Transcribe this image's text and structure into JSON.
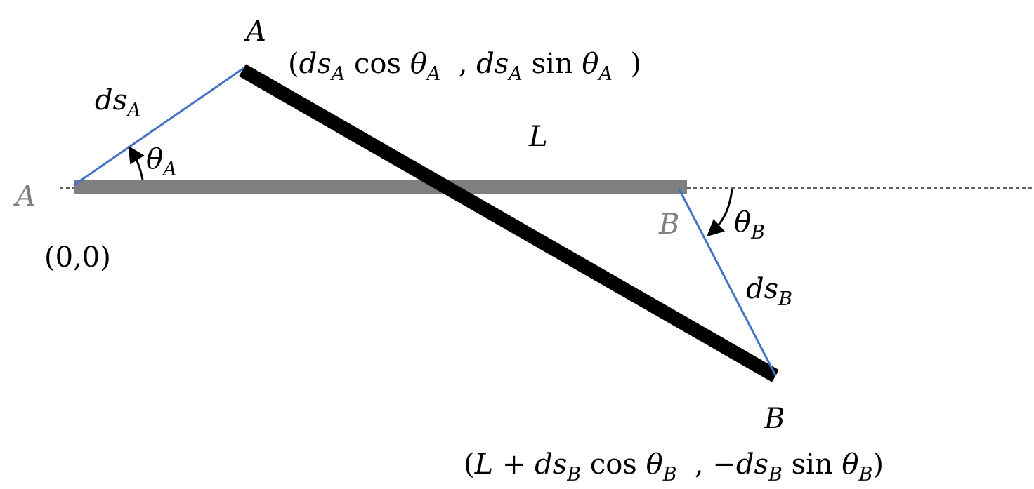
{
  "colors": {
    "original_bar": "#7f7f7f",
    "displaced_bar": "#000000",
    "displacement": "#4472c4",
    "ghost_label": "#808080"
  },
  "labels": {
    "a_new": "A",
    "a_old": "A",
    "b_new": "B",
    "b_old": "B",
    "length": "L",
    "origin": "(0,0)",
    "ds_a": {
      "main": "ds",
      "sub": "A"
    },
    "theta_a": {
      "main": "θ",
      "sub": "A"
    },
    "ds_b": {
      "main": "ds",
      "sub": "B"
    },
    "theta_b": {
      "main": "θ",
      "sub": "B"
    },
    "coord_a": {
      "open": "(",
      "ds1": "ds",
      "s1": "A",
      "cos": " cos ",
      "th1": "θ",
      "s2": "A",
      "comma": "  , ",
      "ds2": "ds",
      "s3": "A",
      "sin": " sin ",
      "th2": "θ",
      "s4": "A",
      "close": "  )"
    },
    "coord_b": {
      "open": "(",
      "L": "L",
      "plus": " + ",
      "ds1": "ds",
      "s1": "B",
      "cos": " cos ",
      "th1": "θ",
      "s2": "B",
      "comma": "  , −",
      "ds2": "ds",
      "s3": "B",
      "sin": " sin ",
      "th2": "θ",
      "s4": "B",
      "close": ")"
    }
  }
}
